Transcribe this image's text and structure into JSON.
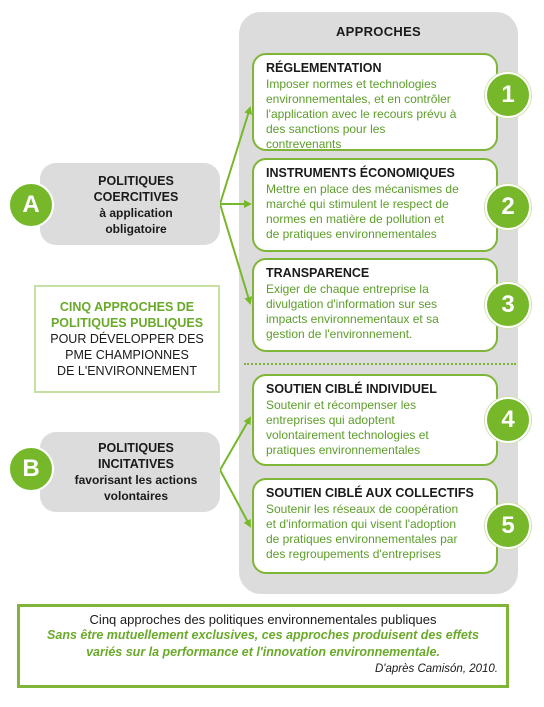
{
  "panel": {
    "title": "APPROCHES"
  },
  "approaches": [
    {
      "number": "1",
      "title": "RÉGLEMENTATION",
      "desc": "Imposer normes et technologies environnementales, et en contrôler l'application avec le recours prévu à des sanctions pour les contrevenants"
    },
    {
      "number": "2",
      "title": "INSTRUMENTS ÉCONOMIQUES",
      "desc": "Mettre en place des mécanismes de marché qui stimulent le respect de normes en matière de pollution et de pratiques environnementales"
    },
    {
      "number": "3",
      "title": "TRANSPARENCE",
      "desc": "Exiger de chaque entreprise la divulgation d'information sur ses impacts environnementaux et sa gestion de l'environnement."
    },
    {
      "number": "4",
      "title": "SOUTIEN CIBLÉ INDIVIDUEL",
      "desc": "Soutenir et récompenser les entreprises qui adoptent volontairement technologies et pratiques environnementales"
    },
    {
      "number": "5",
      "title": "SOUTIEN CIBLÉ AUX COLLECTIFS",
      "desc": "Soutenir les réseaux de coopération et d'information qui visent l'adoption de pratiques environnementales par des regroupements d'entreprises"
    }
  ],
  "policies": {
    "a": {
      "letter": "A",
      "line1": "POLITIQUES",
      "line2": "COERCITIVES",
      "sub": "à application obligatoire"
    },
    "b": {
      "letter": "B",
      "line1": "POLITIQUES",
      "line2": "INCITATIVES",
      "sub": "favorisant les actions volontaires"
    }
  },
  "center": {
    "line1": "CINQ APPROCHES DE",
    "line2": "POLITIQUES PUBLIQUES",
    "line3": "POUR DÉVELOPPER DES",
    "line4": "PME CHAMPIONNES",
    "line5": "DE L'ENVIRONNEMENT"
  },
  "caption": {
    "title": "Cinq approches des politiques environnementales publiques",
    "note": "Sans être mutuellement exclusives, ces approches produisent des effets variés sur la performance et l'innovation environnementale.",
    "source": "D'après Camisón, 2010."
  },
  "colors": {
    "green": "#76b82a",
    "text_green": "#5d9e2a",
    "gray": "#dcdcdc"
  }
}
